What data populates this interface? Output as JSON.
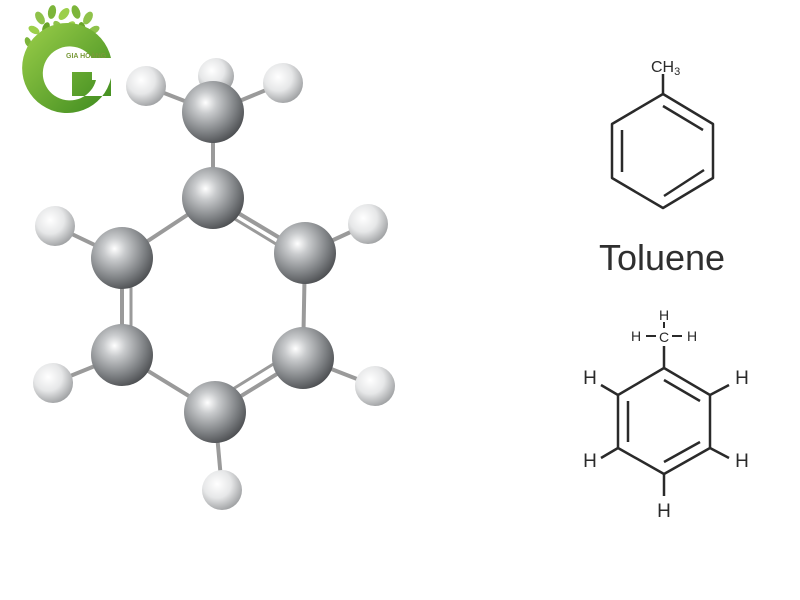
{
  "logo": {
    "letter": "G",
    "brand": "GIA HOÀNG",
    "colors": {
      "main": "#6aa528",
      "dark": "#3d7d1a"
    }
  },
  "molecule_name": "Toluene",
  "skeletal_formula": {
    "methyl_label": "CH",
    "methyl_subscript": "3"
  },
  "structural_formula": {
    "methyl_h_left": "H",
    "methyl_c": "C",
    "methyl_h_top": "H",
    "methyl_h_right": "H",
    "ring_h": [
      "H",
      "H",
      "H",
      "H",
      "H"
    ]
  },
  "ball_stick_model": {
    "carbon_color": "#8a8d90",
    "hydrogen_color": "#d8d9da",
    "atoms": [
      "C",
      "C",
      "C",
      "C",
      "C",
      "C",
      "C",
      "H",
      "H",
      "H",
      "H",
      "H",
      "H",
      "H",
      "H"
    ]
  }
}
